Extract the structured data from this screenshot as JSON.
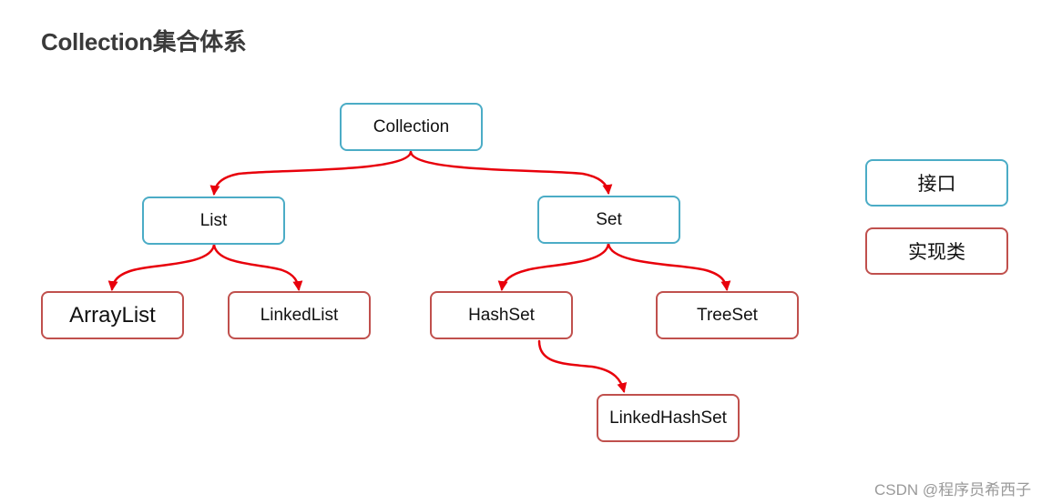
{
  "title": "Collection集合体系",
  "colors": {
    "interface_border": "#4bacc6",
    "implementation_border": "#c0504d",
    "arrow": "#e8000b"
  },
  "nodes": {
    "collection": "Collection",
    "list": "List",
    "set": "Set",
    "arraylist": "ArrayList",
    "linkedlist": "LinkedList",
    "hashset": "HashSet",
    "treeset": "TreeSet",
    "linkedhashset": "LinkedHashSet"
  },
  "legend": {
    "interface": "接口",
    "implementation": "实现类"
  },
  "watermark": "CSDN @程序员希西子"
}
